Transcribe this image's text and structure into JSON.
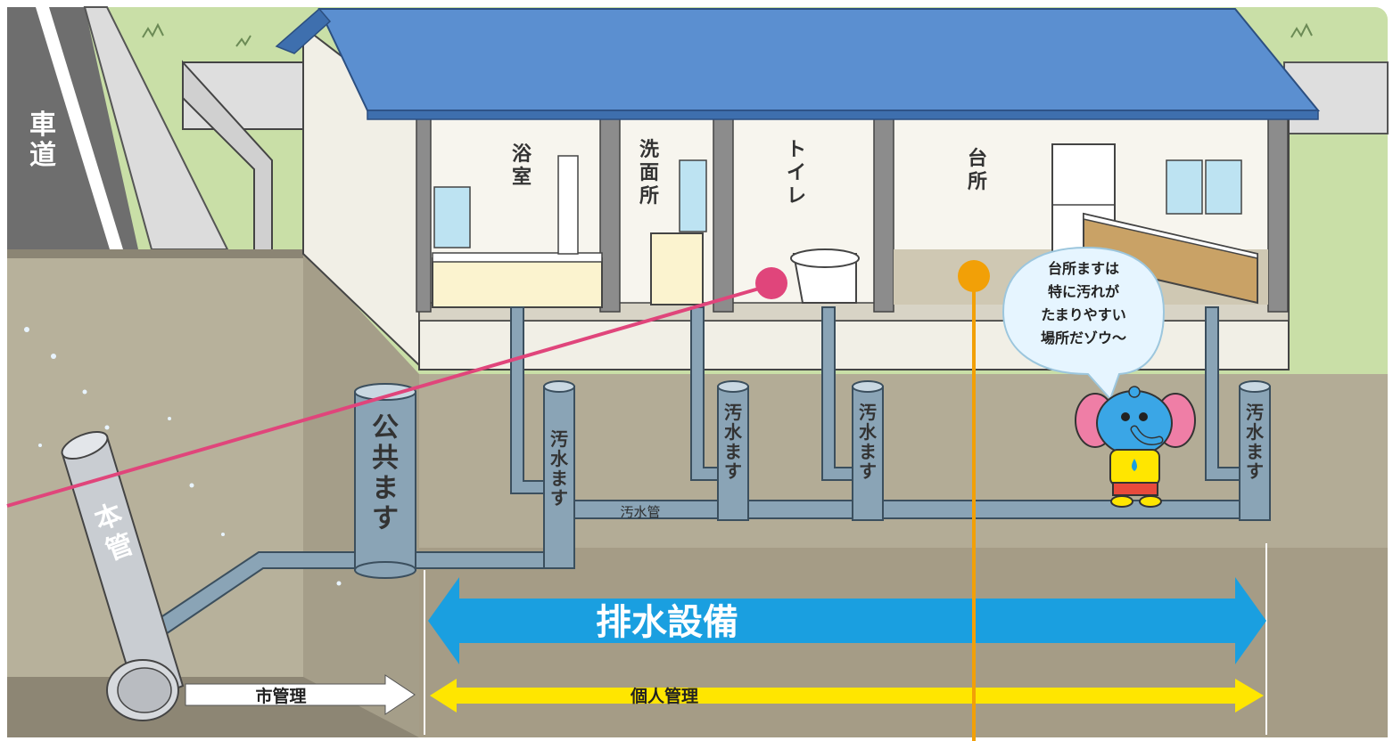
{
  "road": {
    "label": "車道"
  },
  "rooms": [
    {
      "name": "浴室"
    },
    {
      "name": "洗面所"
    },
    {
      "name": "トイレ"
    },
    {
      "name": "台所"
    }
  ],
  "speech_bubble": {
    "lines": [
      "台所ますは",
      "特に汚れが",
      "たまりやすい",
      "場所だゾウ〜"
    ]
  },
  "public_basin": {
    "label": "公共ます"
  },
  "main_pipe": {
    "label": "本管"
  },
  "sewage_basin": {
    "label": "汚水ます"
  },
  "sewage_pipe": {
    "label": "汚水管"
  },
  "drainage_facility": {
    "label": "排水設備"
  },
  "city_managed": {
    "label": "市管理"
  },
  "private_managed": {
    "label": "個人管理"
  },
  "colors": {
    "roof": "#5b8fd0",
    "pipe": "#8aa4b6",
    "drainage_arrow": "#1a9fe0",
    "private_arrow": "#ffe600",
    "pink_marker": "#e0457b",
    "orange_marker": "#f2a007",
    "soil": "#b3ac96",
    "grass": "#c9e0a6"
  }
}
